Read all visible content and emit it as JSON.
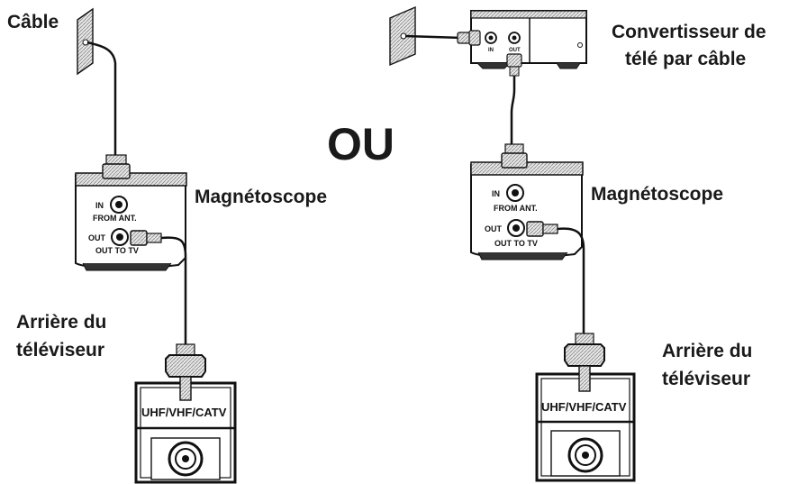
{
  "left": {
    "cable_label": "Câble",
    "vcr_label": "Magnétoscope",
    "tv_label_1": "Arrière du",
    "tv_label_2": "téléviseur",
    "vcr_in": "IN",
    "vcr_from_ant": "FROM ANT.",
    "vcr_out": "OUT",
    "vcr_out_to_tv": "OUT TO TV",
    "tv_port": "UHF/VHF/CATV"
  },
  "separator": "OU",
  "right": {
    "box_label_1": "Convertisseur de",
    "box_label_2": "télé par câble",
    "box_in": "IN",
    "box_out": "OUT",
    "vcr_label": "Magnétoscope",
    "tv_label_1": "Arrière du",
    "tv_label_2": "téléviseur",
    "vcr_in": "IN",
    "vcr_from_ant": "FROM ANT.",
    "vcr_out": "OUT",
    "vcr_out_to_tv": "OUT TO TV",
    "tv_port": "UHF/VHF/CATV"
  }
}
